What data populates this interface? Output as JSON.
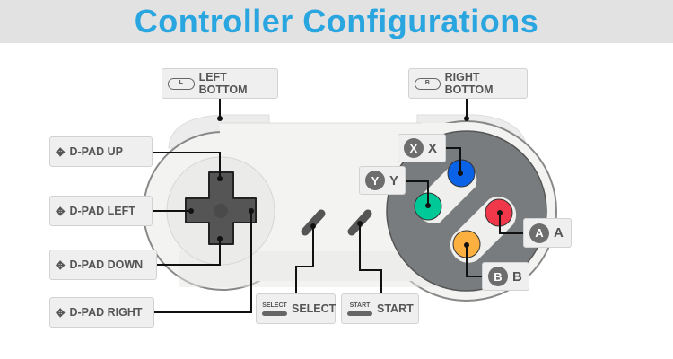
{
  "title": "Controller Configurations",
  "labels": {
    "left_bottom": {
      "key": "L",
      "text": "LEFT BOTTOM"
    },
    "right_bottom": {
      "key": "R",
      "text": "RIGHT BOTTOM"
    },
    "dpad_up": "D-PAD UP",
    "dpad_left": "D-PAD LEFT",
    "dpad_down": "D-PAD DOWN",
    "dpad_right": "D-PAD RIGHT",
    "select": {
      "key": "SELECT",
      "text": "SELECT"
    },
    "start": {
      "key": "START",
      "text": "START"
    },
    "x": {
      "key": "X",
      "text": "X"
    },
    "y": {
      "key": "Y",
      "text": "Y"
    },
    "a": {
      "key": "A",
      "text": "A"
    },
    "b": {
      "key": "B",
      "text": "B"
    }
  },
  "colors": {
    "title": "#29a5df",
    "x": "#0a63e6",
    "y": "#00c896",
    "a": "#f0384a",
    "b": "#fbb040"
  }
}
